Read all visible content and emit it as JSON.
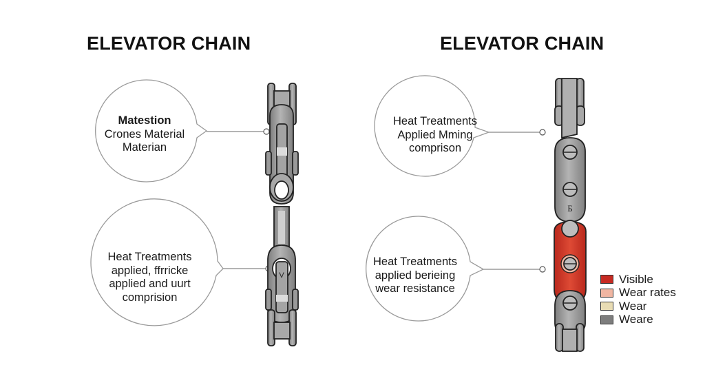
{
  "panels": [
    {
      "title": "ELEVATOR CHAIN",
      "callouts": [
        {
          "bold": "Matestion",
          "lines": [
            "Crones Material",
            "Materian"
          ]
        },
        {
          "bold": "",
          "lines": [
            "Heat Treatments",
            "applied, ffrricke",
            "applied and uurt",
            "comprision"
          ]
        }
      ],
      "chain_mark": "V"
    },
    {
      "title": "ELEVATOR CHAIN",
      "callouts": [
        {
          "bold": "",
          "lines": [
            "Heat Treatments",
            "Applied Mming",
            "comprison"
          ]
        },
        {
          "bold": "",
          "lines": [
            "Heat Treatments",
            "applied berieing",
            "wear resistance"
          ]
        }
      ],
      "chain_mark": "Б"
    }
  ],
  "legend": [
    {
      "label": "Visible",
      "color": "#c62a22"
    },
    {
      "label": "Wear rates",
      "color": "#f0b6a2"
    },
    {
      "label": "Wear",
      "color": "#e8dcb4"
    },
    {
      "label": "Weare",
      "color": "#7d7d7d"
    }
  ],
  "colors": {
    "steel": "#9a9a9a",
    "steel_light": "#c8c8c8",
    "worn": "#d2412e",
    "outline": "#222222"
  }
}
